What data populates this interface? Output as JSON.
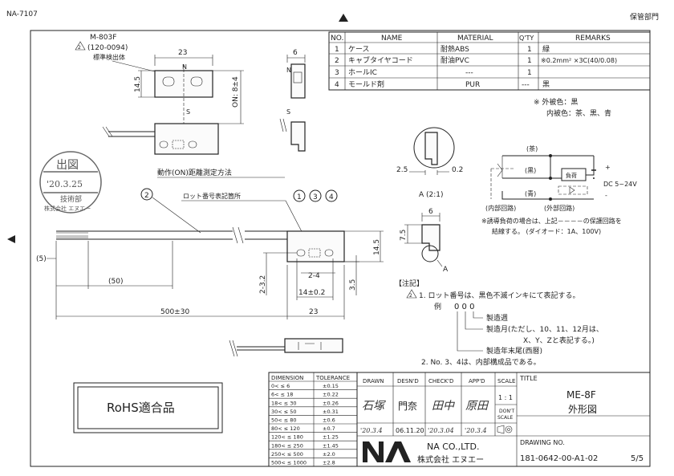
{
  "header": {
    "doc_code": "NA-7107",
    "storage_dept": "保管部門"
  },
  "top_view": {
    "model": "M-803F",
    "rev_note": "(120-0094)",
    "marker_note": "標準検出体",
    "dim_width": "23",
    "dim_height": "14.5",
    "pole_n": "N",
    "pole_s": "S",
    "on_distance": "ON: 8±4",
    "caption": "動作(ON)距離測定方法"
  },
  "side_view": {
    "dim_width": "6",
    "pole_n": "N",
    "pole_s": "S"
  },
  "parts_table": {
    "headers": [
      "NO.",
      "NAME",
      "MATERIAL",
      "Q'TY",
      "REMARKS"
    ],
    "rows": [
      [
        "1",
        "ケース",
        "耐熱ABS",
        "1",
        "緑"
      ],
      [
        "2",
        "キャブタイヤコード",
        "耐油PVC",
        "1",
        "※0.2mm² ×3C(40/0.08)"
      ],
      [
        "3",
        "ホールIC",
        "---",
        "1",
        ""
      ],
      [
        "4",
        "モールド剤",
        "PUR",
        "---",
        "黒"
      ]
    ]
  },
  "colors_note": {
    "outer": "※ 外被色：黒",
    "inner": "内被色：茶、黒、青"
  },
  "detail_a": {
    "dim_left": "2.5",
    "dim_right": "0.2",
    "caption": "A (2:1)"
  },
  "detail_end": {
    "dim_width": "6",
    "dim_height": "7.5",
    "label": "A"
  },
  "circuit": {
    "wire_brown": "(茶)",
    "wire_black": "(黒)",
    "wire_blue": "(青)",
    "load": "負荷",
    "supply": "DC 5~24V",
    "plus": "+",
    "minus": "-",
    "internal": "(内部回路)",
    "external": "(外部回路)",
    "warning_line1": "※誘導負荷の場合は、上記－－－－の保護回路を",
    "warning_line2": "結線する。 (ダイオード：1A、100V)"
  },
  "main_view": {
    "callout_2": "2",
    "callout_1": "1",
    "callout_3": "3",
    "callout_4": "4",
    "lot_label": "ロット番号表記箇所",
    "dim_5": "(5)",
    "dim_50": "(50)",
    "dim_500": "500±30",
    "dim_23": "23",
    "dim_14_5": "14.5",
    "dim_2_4": "2-4",
    "dim_2_3_2": "2-3.2",
    "dim_14_0_2": "14±0.2",
    "dim_3_5": "3.5"
  },
  "notes": {
    "heading": "【注記】",
    "n1": "1. ロット番号は、黒色不滅インキにて表記する。",
    "example_label": "例",
    "example_code": "0 0 0",
    "week": "製造週",
    "month": "製造月(ただし、10、11、12月は、",
    "month_cont": "X、Y、Zと表記する。)",
    "year": "製造年末尾(西暦)",
    "n2": "2. No. 3、4は、内部構成品である。"
  },
  "stamp": {
    "title": "出図",
    "date": "'20.3.25",
    "dept": "技術部",
    "company": "株式会社 エヌエー"
  },
  "rohs": "RoHS適合品",
  "tolerance_table": {
    "headers": [
      "DIMENSION",
      "TOLERANCE"
    ],
    "rows": [
      [
        "0<  ≤   6",
        "±0.15"
      ],
      [
        "6<  ≤   18",
        "±0.22"
      ],
      [
        "18<  ≤   30",
        "±0.26"
      ],
      [
        "30<  ≤   50",
        "±0.31"
      ],
      [
        "50<  ≤   80",
        "±0.6"
      ],
      [
        "80<  ≤  120",
        "±0.7"
      ],
      [
        "120<  ≤  180",
        "±1.25"
      ],
      [
        "180<  ≤  250",
        "±1.45"
      ],
      [
        "250<  ≤  500",
        "±2.0"
      ],
      [
        "500<  ≤ 1000",
        "±2.8"
      ]
    ]
  },
  "title_block": {
    "drawn": "DRAWN",
    "desnd": "DESN'D",
    "checkd": "CHECK'D",
    "appd": "APP'D",
    "scale": "SCALE",
    "sig_drawn": "石塚",
    "sig_desnd": "門奈",
    "sig_check": "田中",
    "sig_app": "原田",
    "date_drawn": "'20.3.4",
    "date_desnd": "06.11.20",
    "date_check": "'20.3.04",
    "date_app": "'20.3.4",
    "scale_value": "1 : 1",
    "dont_scale_1": "DON'T",
    "dont_scale_2": "SCALE",
    "company_en": "NA CO.,LTD.",
    "company_jp": "株式会社 エヌエー",
    "title_label": "TITLE",
    "title_1": "ME-8F",
    "title_2": "外形図",
    "drawing_no_label": "DRAWING NO.",
    "drawing_no": "181-0642-00-A1-02",
    "sheet": "5/5"
  }
}
